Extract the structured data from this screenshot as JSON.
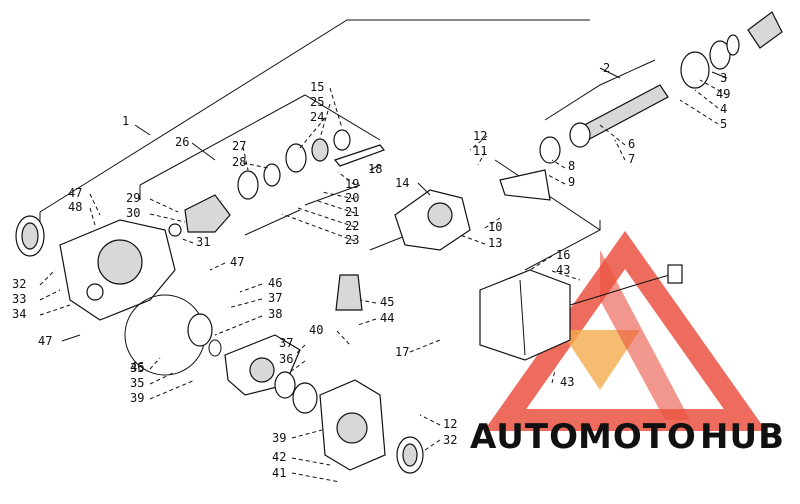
{
  "callouts": [
    "1",
    "2",
    "3",
    "49",
    "4",
    "5",
    "6",
    "7",
    "8",
    "9",
    "10",
    "11",
    "12",
    "13",
    "14",
    "15",
    "25",
    "24",
    "26",
    "27",
    "28",
    "18",
    "19",
    "20",
    "21",
    "22",
    "23",
    "29",
    "30",
    "47",
    "48",
    "31",
    "32",
    "33",
    "34",
    "46",
    "37",
    "38",
    "45",
    "44",
    "40",
    "36",
    "35",
    "39",
    "42",
    "41",
    "17",
    "16",
    "43"
  ],
  "watermark": {
    "brand_part1": "AUTO",
    "brand_part2": "MOTO",
    "brand_part3": "HUB",
    "color_red": "#e8402c",
    "color_orange": "#f2a33a",
    "color_gray": "#8a8a8a"
  }
}
